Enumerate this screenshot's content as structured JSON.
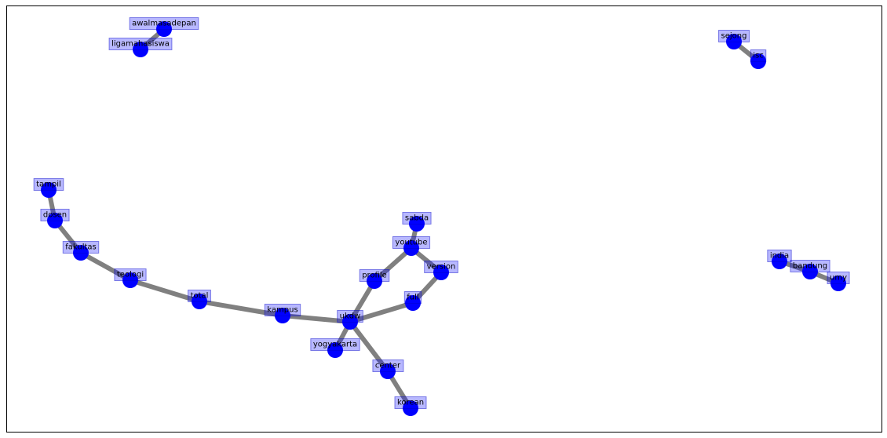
{
  "colors": {
    "node": "#0000ff",
    "edge": "#808080",
    "label_bg": "#b8b8f0",
    "frame": "#000000"
  },
  "nodes": [
    {
      "id": "awalmasadepan",
      "label": "awalmasadepan"
    },
    {
      "id": "ligamahasiswa",
      "label": "ligamahasiswa"
    },
    {
      "id": "sejong",
      "label": "sejong"
    },
    {
      "id": "isc",
      "label": "isc"
    },
    {
      "id": "tampil",
      "label": "tampil"
    },
    {
      "id": "dosen",
      "label": "dosen"
    },
    {
      "id": "fakultas",
      "label": "fakultas"
    },
    {
      "id": "teologi",
      "label": "teologi"
    },
    {
      "id": "total",
      "label": "total"
    },
    {
      "id": "kampus",
      "label": "kampus"
    },
    {
      "id": "ukdw",
      "label": "ukdw"
    },
    {
      "id": "yogyakarta",
      "label": "yogyakarta"
    },
    {
      "id": "center",
      "label": "center"
    },
    {
      "id": "korean",
      "label": "korean"
    },
    {
      "id": "profile",
      "label": "profile"
    },
    {
      "id": "youtube",
      "label": "youtube"
    },
    {
      "id": "sabda",
      "label": "sabda"
    },
    {
      "id": "version",
      "label": "version"
    },
    {
      "id": "full",
      "label": "full"
    },
    {
      "id": "india",
      "label": "india"
    },
    {
      "id": "bandung",
      "label": "bandung"
    },
    {
      "id": "umy",
      "label": "umy"
    }
  ],
  "edges": [
    [
      "awalmasadepan",
      "ligamahasiswa"
    ],
    [
      "sejong",
      "isc"
    ],
    [
      "tampil",
      "dosen"
    ],
    [
      "dosen",
      "fakultas"
    ],
    [
      "fakultas",
      "teologi"
    ],
    [
      "teologi",
      "total"
    ],
    [
      "total",
      "kampus"
    ],
    [
      "kampus",
      "ukdw"
    ],
    [
      "ukdw",
      "yogyakarta"
    ],
    [
      "ukdw",
      "center"
    ],
    [
      "center",
      "korean"
    ],
    [
      "ukdw",
      "profile"
    ],
    [
      "profile",
      "youtube"
    ],
    [
      "youtube",
      "sabda"
    ],
    [
      "youtube",
      "version"
    ],
    [
      "version",
      "full"
    ],
    [
      "full",
      "ukdw"
    ],
    [
      "india",
      "bandung"
    ],
    [
      "bandung",
      "umy"
    ]
  ]
}
